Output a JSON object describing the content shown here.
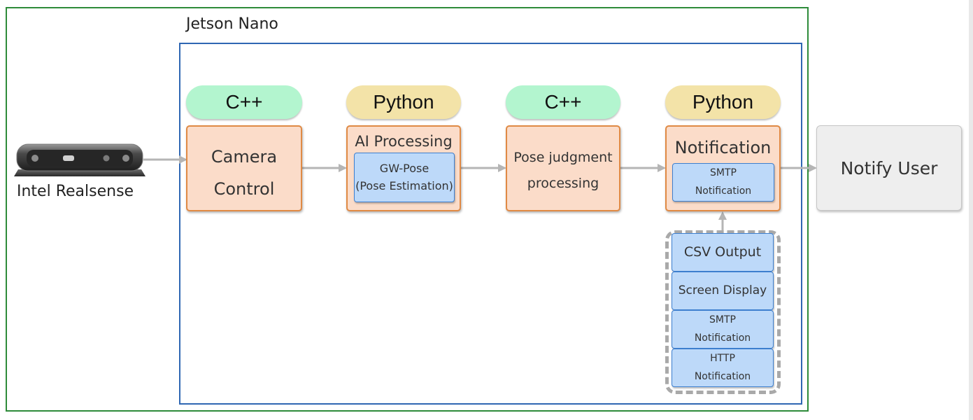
{
  "diagram": {
    "outer_frame_label": "",
    "jetson_label": "Jetson Nano",
    "camera_label": "Intel Realsense",
    "stages": [
      {
        "language": "C++",
        "language_color": "#b3f5cf",
        "title_line1": "Camera",
        "title_line2": "Control"
      },
      {
        "language": "Python",
        "language_color": "#f3e3a8",
        "title": "AI Processing",
        "sub_line1": "GW-Pose",
        "sub_line2": "(Pose Estimation)"
      },
      {
        "language": "C++",
        "language_color": "#b3f5cf",
        "title_line1": "Pose judgment",
        "title_line2": "processing"
      },
      {
        "language": "Python",
        "language_color": "#f3e3a8",
        "title": "Notification",
        "sub_line1": "SMTP",
        "sub_line2": "Notification"
      }
    ],
    "output_options": [
      {
        "line1": "CSV Output",
        "line2": ""
      },
      {
        "line1": "Screen Display",
        "line2": ""
      },
      {
        "line1": "SMTP",
        "line2": "Notification"
      },
      {
        "line1": "HTTP",
        "line2": "Notification"
      }
    ],
    "notify_user": "Notify User",
    "colors": {
      "outer_border": "#2e8b3a",
      "jetson_border": "#2f67b3",
      "stage_fill": "#fbdcc9",
      "stage_border": "#e08a45",
      "sub_fill": "#bdd9f9",
      "sub_border": "#3d7fcf",
      "arrow": "#b5b5b5"
    }
  }
}
